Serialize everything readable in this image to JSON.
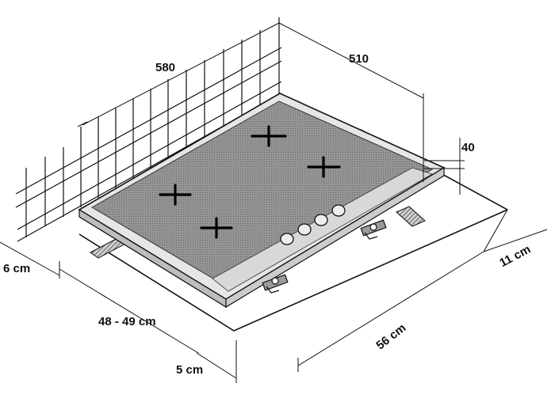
{
  "labels": {
    "width_580": "580",
    "depth_510": "510",
    "height_40": "40",
    "gap_6cm": "6 cm",
    "cutout_depth": "48 - 49 cm",
    "front_5cm": "5 cm",
    "cutout_width": "56 cm",
    "rear_11cm": "11 cm"
  },
  "colors": {
    "line": "#111111",
    "glass": "#8a8a8a",
    "glass_edge": "#d8d8d8"
  },
  "icons": {
    "burners": "cross-burner",
    "knobs": "circle-knob",
    "brackets": "fixing-bracket"
  }
}
